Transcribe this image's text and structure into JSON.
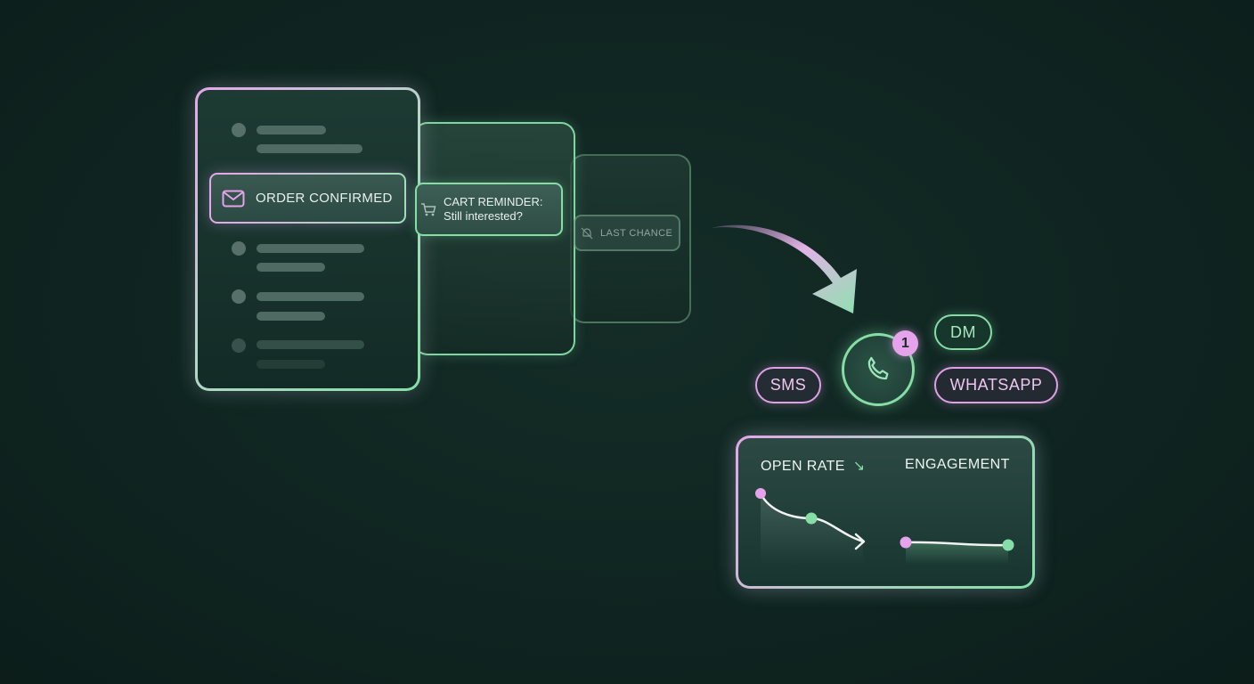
{
  "notifications": {
    "order_confirmed": "ORDER CONFIRMED",
    "cart_reminder_line1": "CART REMINDER:",
    "cart_reminder_line2": "Still interested?",
    "last_chance": "LAST CHANCE"
  },
  "channels": {
    "sms": "SMS",
    "dm": "DM",
    "whatsapp": "WHATSAPP",
    "badge_count": "1"
  },
  "metrics": {
    "open_rate_label": "OPEN RATE",
    "open_rate_arrow": "↘",
    "engagement_label": "ENGAGEMENT"
  },
  "colors": {
    "background": "#0f2420",
    "accent_pink": "#e4a3ea",
    "accent_green": "#86dda6"
  },
  "icons": [
    "envelope-icon",
    "cart-icon",
    "bell-off-icon",
    "phone-icon",
    "curved-arrow"
  ]
}
